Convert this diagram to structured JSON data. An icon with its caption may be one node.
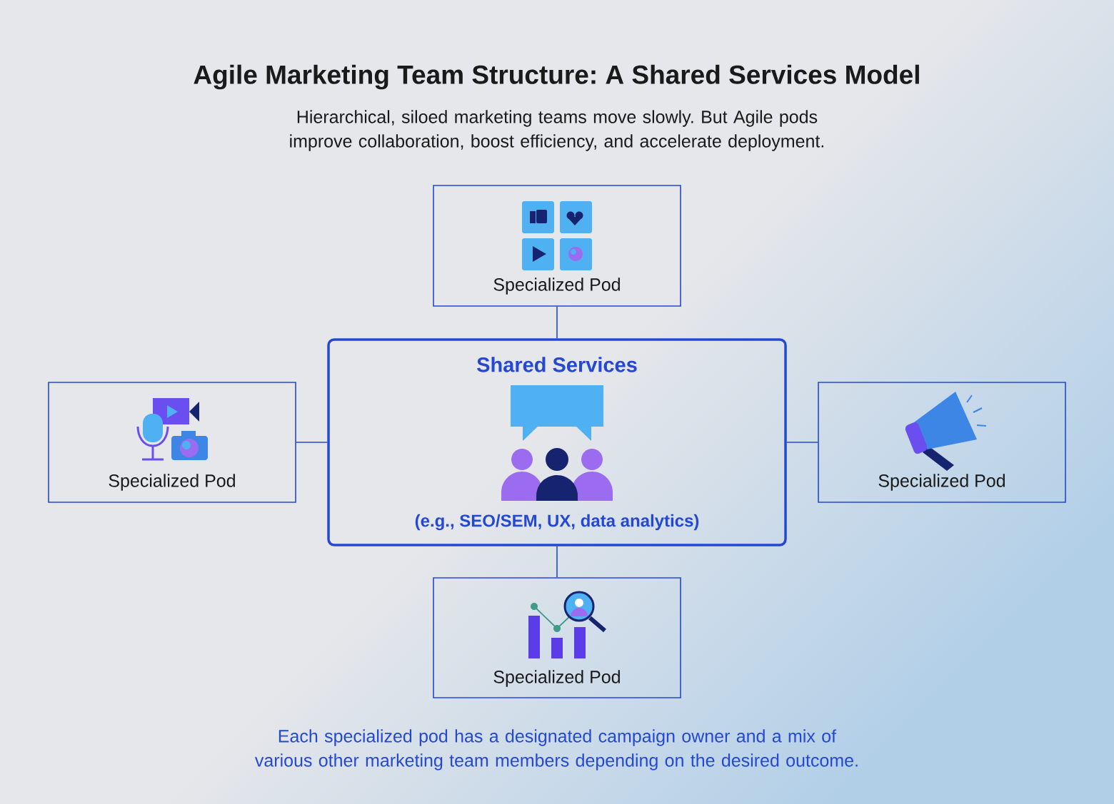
{
  "diagram": {
    "title": "Agile Marketing Team Structure: A Shared Services Model",
    "caption": "Each specialized pod has a designated campaign owner and a mix of various other marketing team members depending on the desired outcome.",
    "nodes": [
      {
        "text": [
          "Specialized Pod"
        ]
      },
      {
        "text": [
          "Specialized Pod"
        ]
      },
      {
        "text": [
          "Shared Services",
          "(e.g., SEO/SEM, UX, data analytics)"
        ]
      },
      {
        "text": [
          "Specialized Pod"
        ]
      },
      {
        "text": [
          "Specialized Pod"
        ]
      }
    ],
    "edges": [
      {
        "from": 0,
        "to": 2,
        "arrow": "none"
      },
      {
        "from": 1,
        "to": 2,
        "arrow": "none"
      },
      {
        "from": 2,
        "to": 3,
        "arrow": "none"
      },
      {
        "from": 2,
        "to": 4,
        "arrow": "none"
      }
    ],
    "labels": [
      "Hierarchical, siloed marketing teams move slowly. But Agile pods improve collaboration, boost efficiency, and accelerate deployment."
    ]
  }
}
